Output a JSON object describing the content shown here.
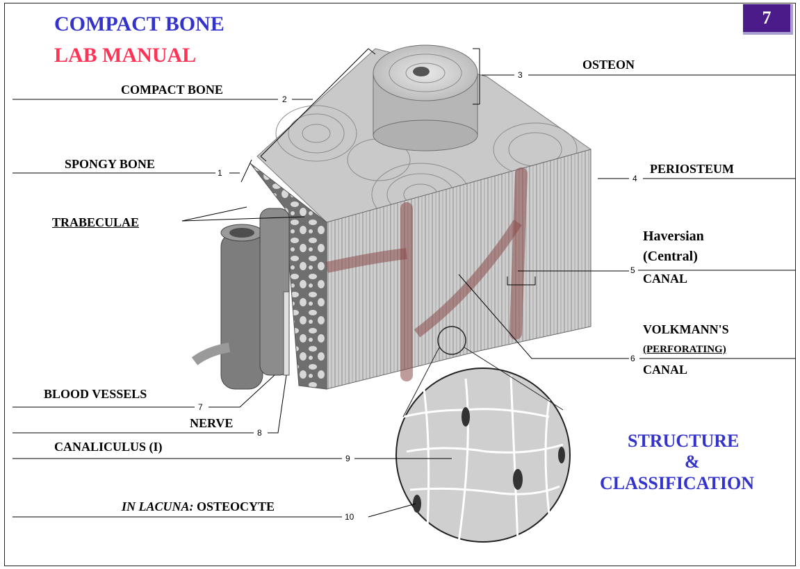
{
  "slide": {
    "page_number": "7"
  },
  "title": {
    "main": "COMPACT BONE",
    "sub": "LAB MANUAL"
  },
  "labels": {
    "osteon": "OSTEON",
    "compact_bone": "COMPACT BONE",
    "spongy_bone": "SPONGY BONE",
    "periosteum": "PERIOSTEUM",
    "trabeculae": "TRABECULAE",
    "haversian_line1": "Haversian",
    "haversian_line2": "(Central)",
    "haversian_line3": "CANAL",
    "volkmann_line1": "VOLKMANN'S",
    "volkmann_line2": "(PERFORATING)",
    "volkmann_line3": "CANAL",
    "blood_vessels": "BLOOD VESSELS",
    "nerve": "NERVE",
    "canaliculus": "CANALICULUS (I)",
    "lacuna_prefix": "IN LACUNA:",
    "osteocyte": "OSTEOCYTE"
  },
  "numbers": [
    "1",
    "2",
    "3",
    "4",
    "5",
    "6",
    "7",
    "8",
    "9",
    "10"
  ],
  "side_note": {
    "line1": "STRUCTURE",
    "line2": "&",
    "line3": "CLASSIFICATION"
  },
  "colors": {
    "title_blue": "#3333cc",
    "title_red": "#ff3355",
    "badge": "#4b1b8a"
  }
}
